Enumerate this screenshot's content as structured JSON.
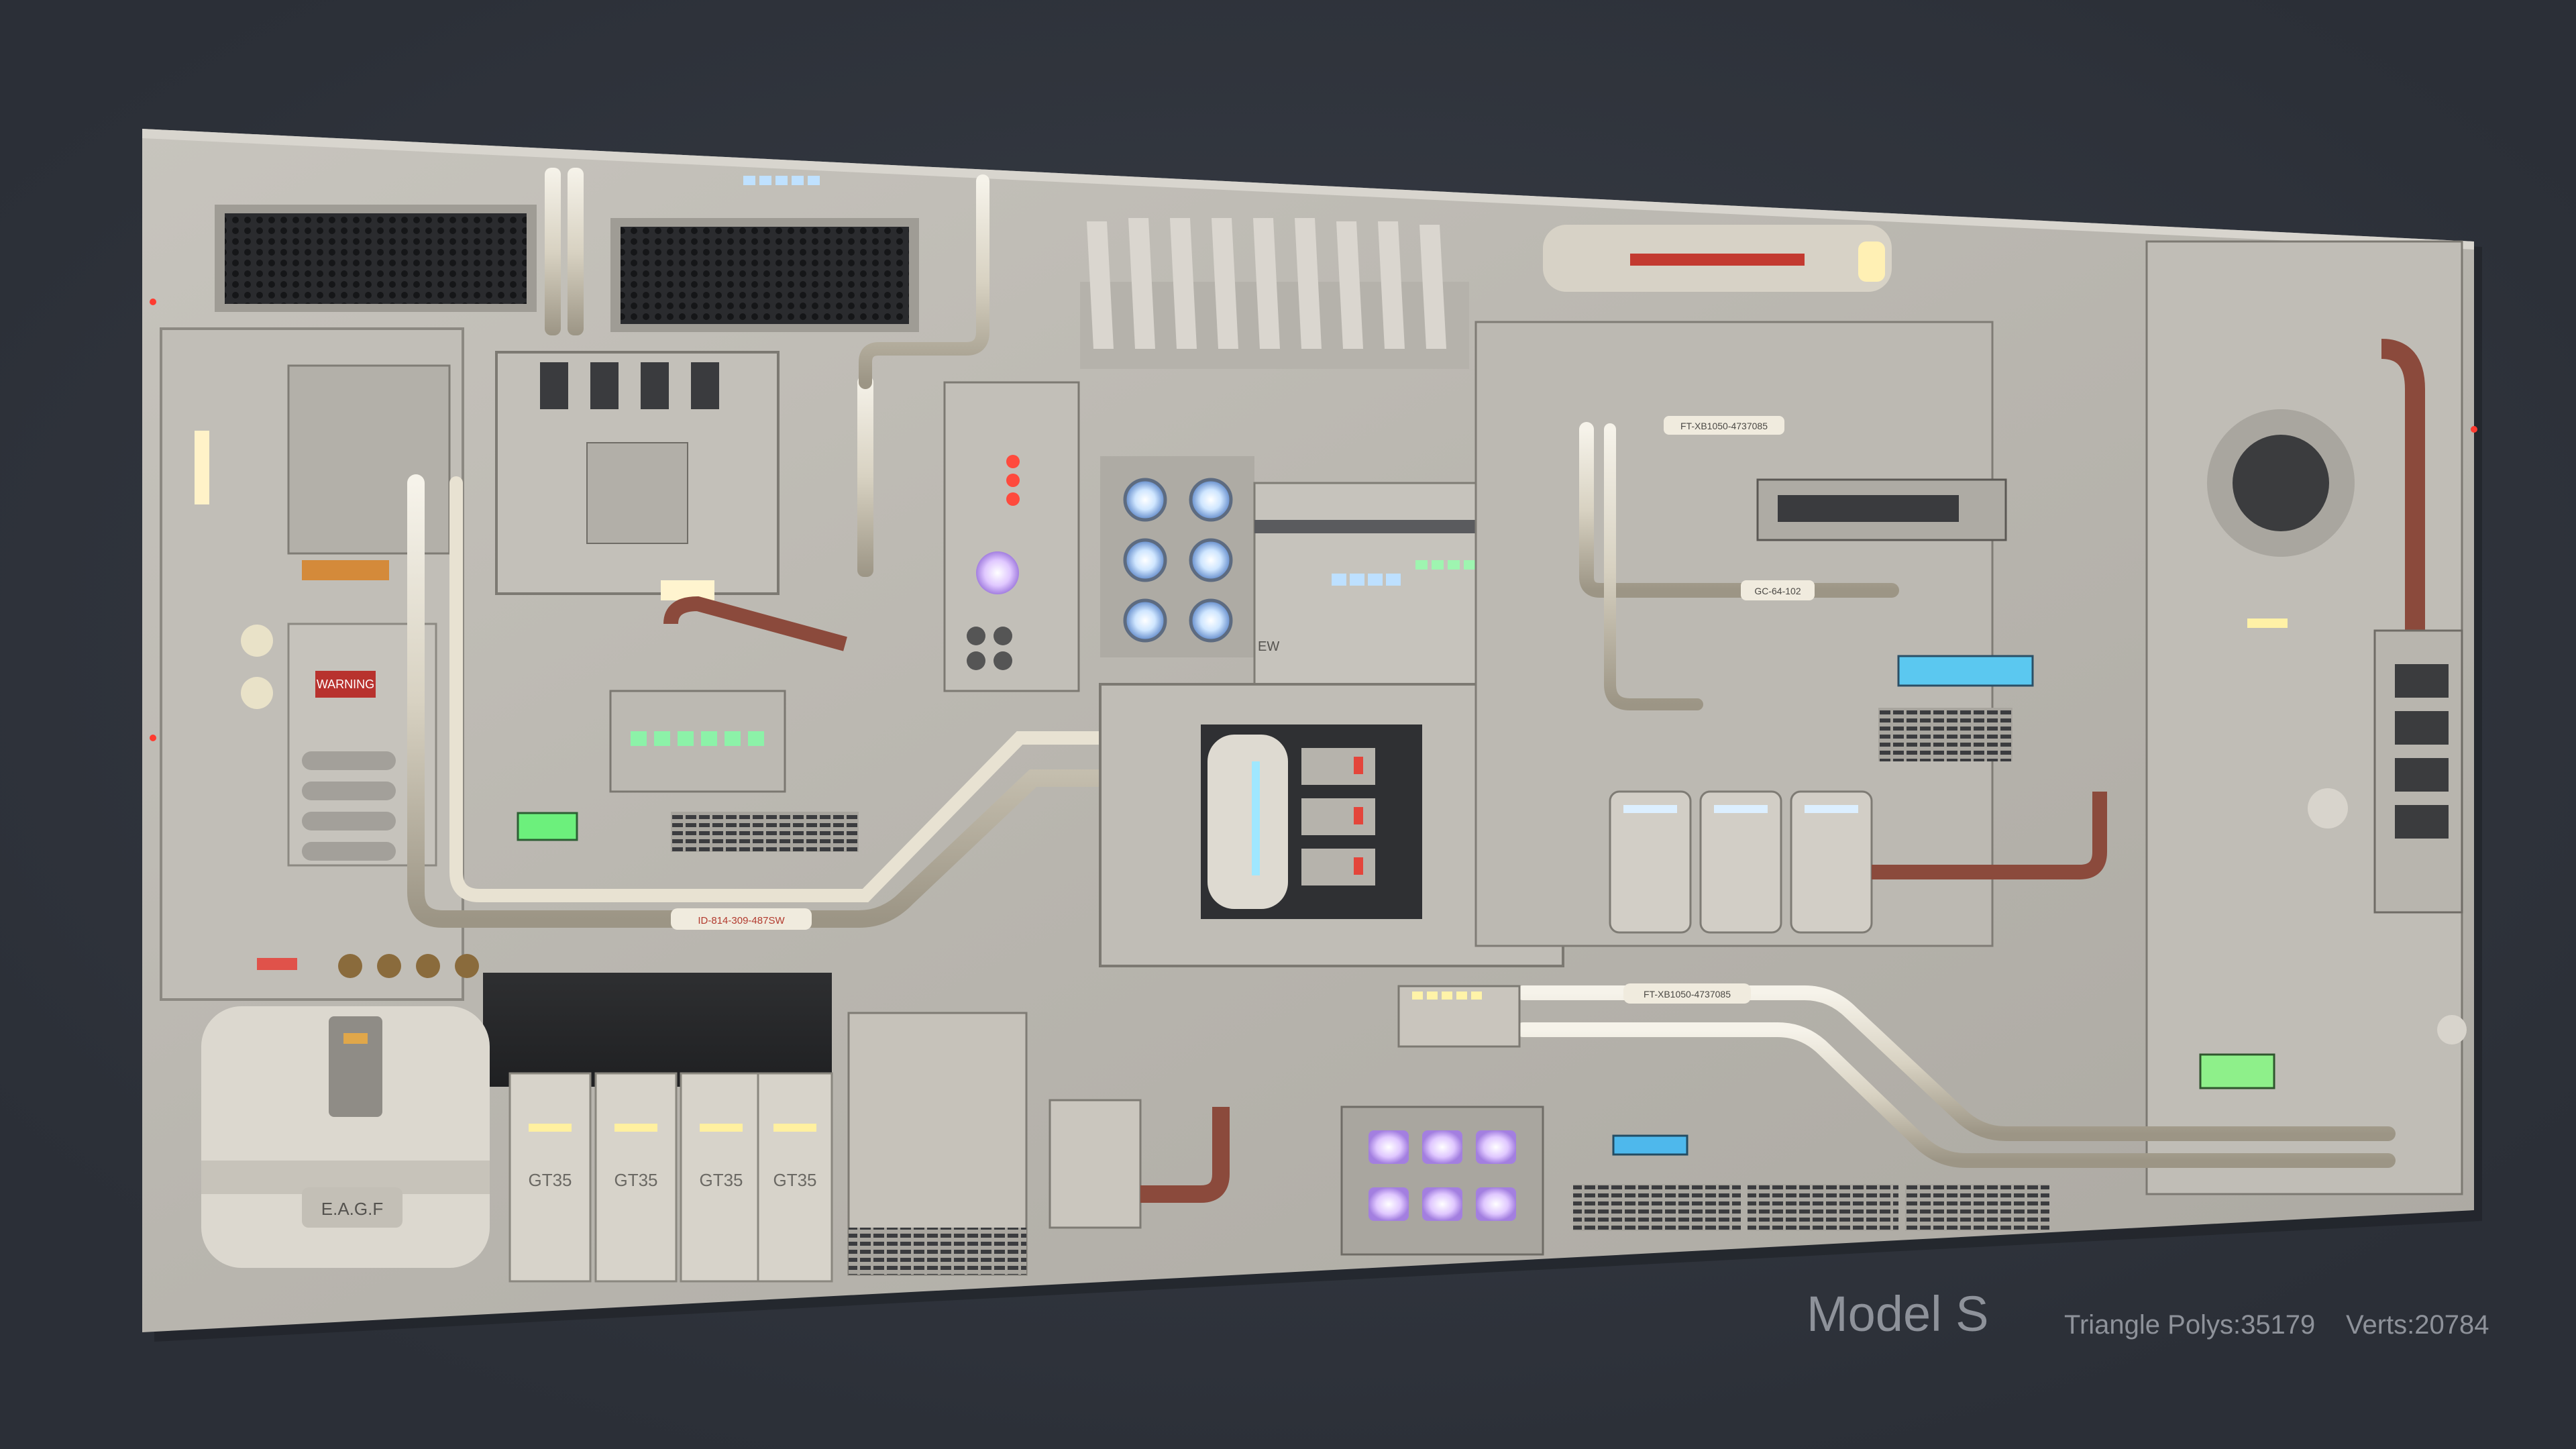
{
  "caption": {
    "model_name": "Model S",
    "triangle_polys": "Triangle Polys:35179",
    "verts": "Verts:20784"
  },
  "panel_labels": {
    "container_brand": "E.A.G.F",
    "gt_tag": "GT35",
    "pipe_id": "ID-814-309-487SW",
    "pipe_ft_1": "FT-XB1050-4737085",
    "pipe_ft_2": "FT-XB1050-4737085",
    "pipe_gc": "GC-64-102",
    "warning": "WARNING",
    "ew": "EW"
  },
  "colors": {
    "background": "#2b2f37",
    "panel": "#bdbab3",
    "accent_blue": "#cfe6ff",
    "accent_green": "#7dff9a",
    "accent_purple": "#d9c0ff",
    "accent_yellow": "#fff1a6",
    "accent_red": "#ff3b30",
    "copper_pipe": "#8b4a3c"
  }
}
